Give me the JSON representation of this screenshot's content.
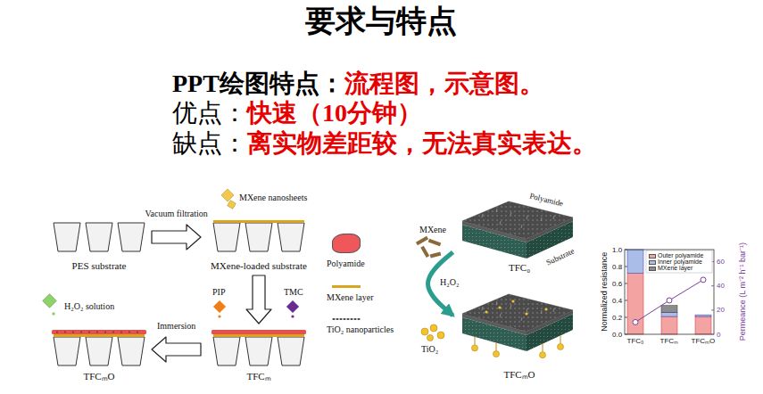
{
  "diagram": {
    "title": "要求与特点",
    "nodes": [
      {
        "text": [
          "PES substrate"
        ]
      },
      {
        "text": [
          "MXene-loaded substrate"
        ]
      },
      {
        "text": [
          "TFCₘ"
        ]
      },
      {
        "text": [
          "TFCₘO"
        ]
      },
      {
        "text": [
          "TFC₀"
        ]
      },
      {
        "text": [
          "TFCₘO"
        ]
      }
    ],
    "edges": [
      {
        "from": 0,
        "to": 1,
        "arrow": "to",
        "label": "Vacuum filtration"
      },
      {
        "from": 1,
        "to": 2,
        "arrow": "to"
      },
      {
        "from": 2,
        "to": 3,
        "arrow": "to",
        "label": "Immersion"
      },
      {
        "from": 4,
        "to": 5,
        "arrow": "to",
        "label": "H₂O₂"
      }
    ],
    "labels": [
      "PPT绘图特点：",
      "流程图，示意图。",
      "优点：",
      "快速（10分钟）",
      "缺点：",
      "离实物差距较，无法真实表达。",
      "MXene nanosheets",
      "PIP",
      "TMC",
      "H₂O₂ solution",
      "MXene",
      "Polyamide",
      "Substrate",
      "TiO₂",
      "Normalized resistance",
      "Permeance (L m⁻² h⁻¹ bar⁻¹)",
      "0.0",
      "0.2",
      "0.4",
      "0.6",
      "0.8",
      "1.0",
      "0",
      "20",
      "40",
      "60",
      "TFC₀",
      "TFCₘ",
      "TFCₘO"
    ],
    "legend": [
      {
        "text": "Polyamide",
        "color": "#f0575a"
      },
      {
        "text": "MXene layer"
      },
      {
        "text": "TiO₂ nanoparticles"
      },
      {
        "text": "Outer polyamide",
        "color": "#f4a3a3"
      },
      {
        "text": "Inner polyamide",
        "color": "#a9bde8"
      },
      {
        "text": "MXene layer",
        "color": "#8c8c8c"
      }
    ]
  }
}
